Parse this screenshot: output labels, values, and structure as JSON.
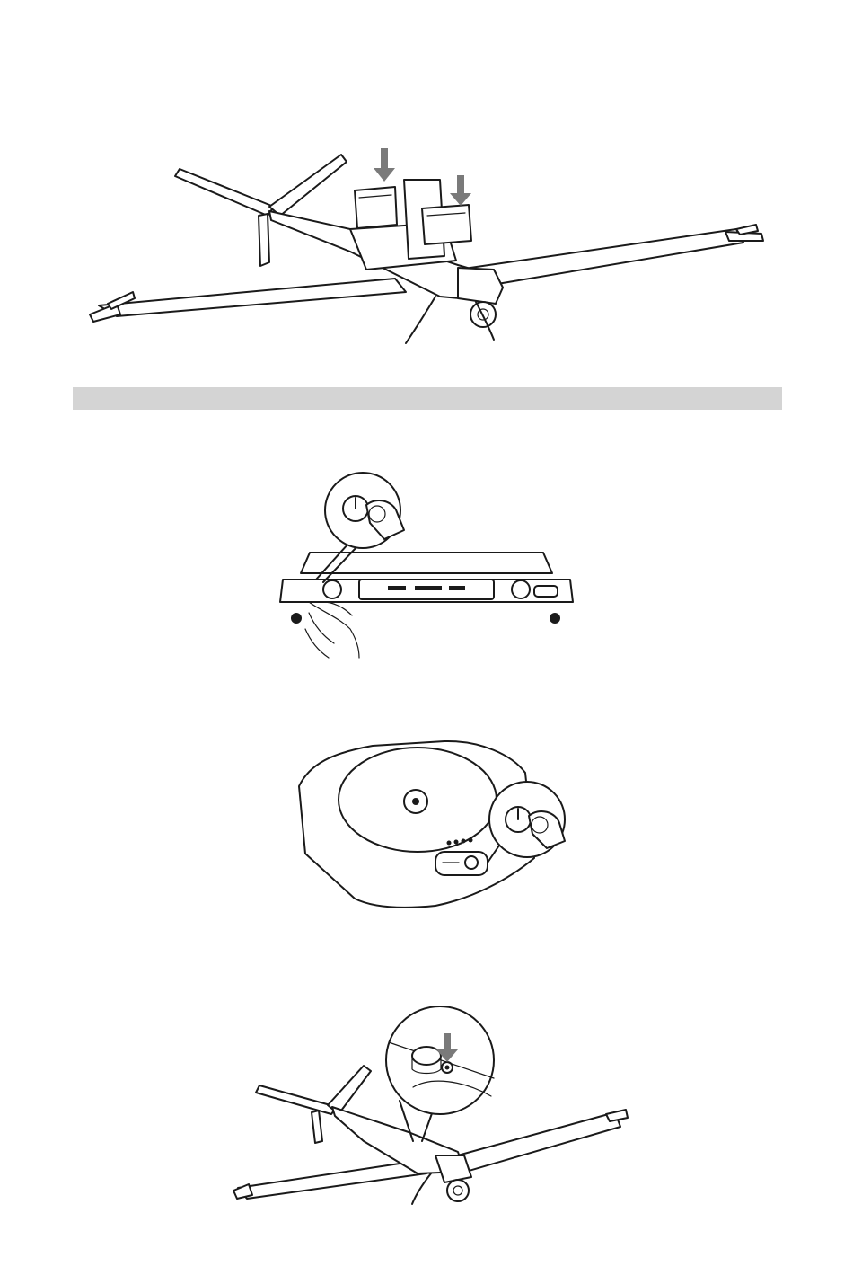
{
  "page": {
    "figures": [
      {
        "icon": "drone-battery-insertion-illustration"
      },
      {
        "icon": "ground-station-power-button-illustration"
      },
      {
        "icon": "base-station-power-button-illustration"
      },
      {
        "icon": "drone-power-button-illustration"
      }
    ],
    "section_bar_color": "#d4d4d4",
    "ink_color": "#1a1a1a"
  }
}
